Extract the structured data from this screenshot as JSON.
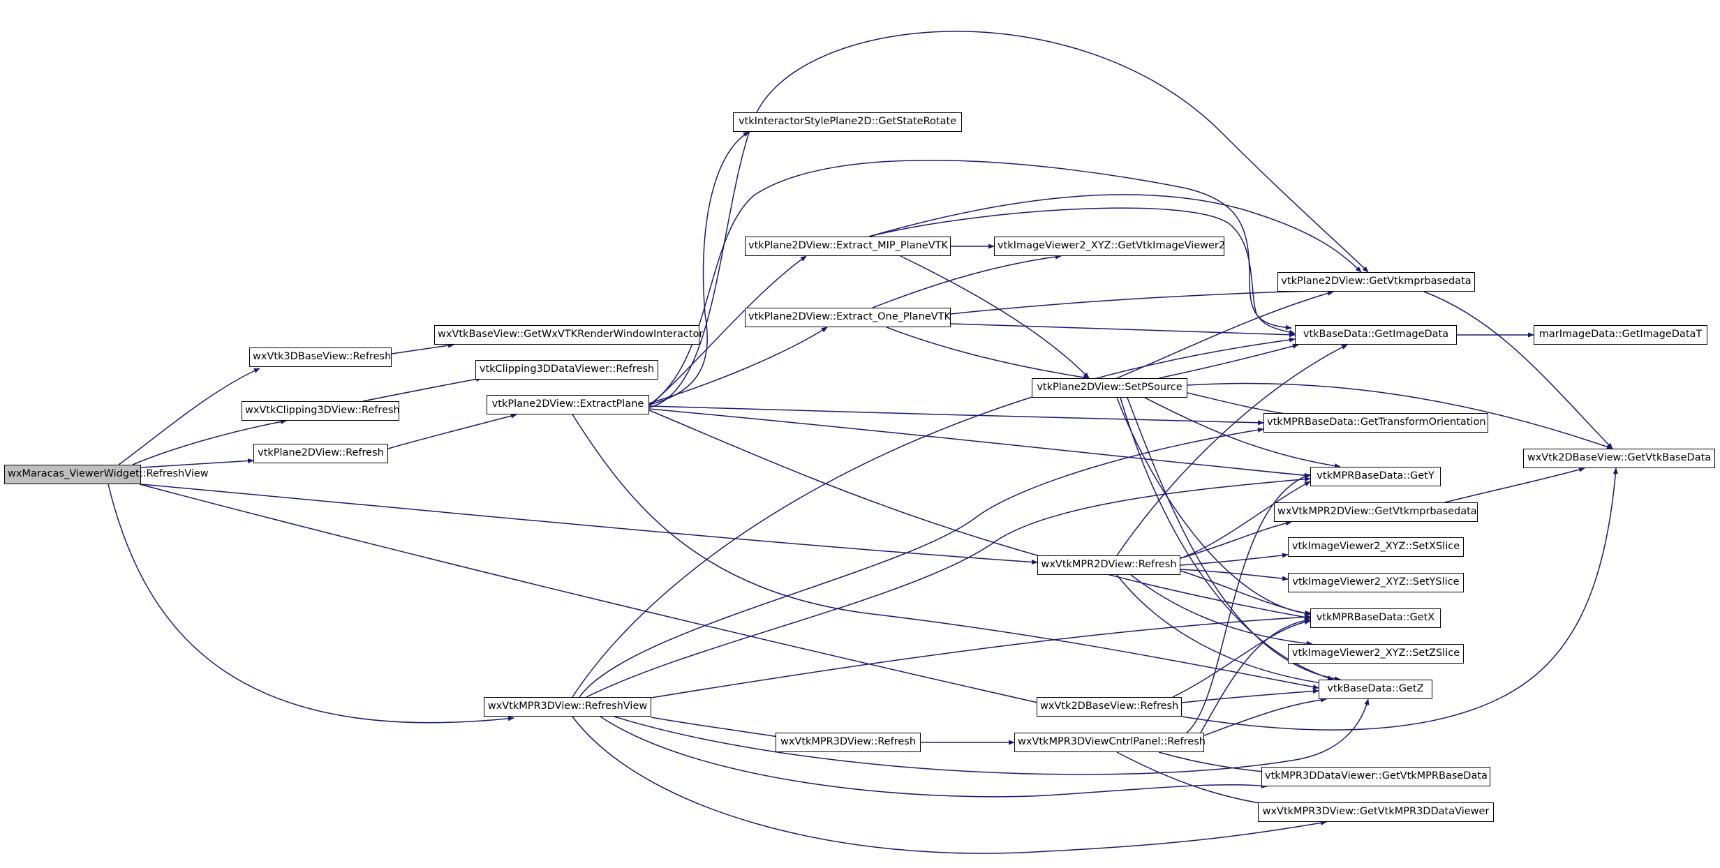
{
  "colors": {
    "edge": "#191970",
    "node_border": "#000000",
    "root_fill": "#bfbfbf",
    "node_fill": "#ffffff"
  },
  "nodes": {
    "root": "wxMaracas_ViewerWidget::RefreshView",
    "wxvtk3d_refresh": "wxVtk3DBaseView::Refresh",
    "wxvtkbase_getwxvtkrwi": "wxVtkBaseView::GetWxVTKRenderWindowInteractor",
    "vtkclipping3d_refresh": "vtkClipping3DDataViewer::Refresh",
    "wxvtkclipping3dview_refresh": "wxVtkClipping3DView::Refresh",
    "vtkplane2dview_refresh": "vtkPlane2DView::Refresh",
    "vtkplane2dview_extractplane": "vtkPlane2DView::ExtractPlane",
    "getstaterotate": "vtkInteractorStylePlane2D::GetStateRotate",
    "extract_mip": "vtkPlane2DView::Extract_MIP_PlaneVTK",
    "extract_one": "vtkPlane2DView::Extract_One_PlaneVTK",
    "getvtkimageviewer2": "vtkImageViewer2_XYZ::GetVtkImageViewer2",
    "getvtkmprbasedata_plane2d": "vtkPlane2DView::GetVtkmprbasedata",
    "vtkbasedata_getimagedata": "vtkBaseData::GetImageData",
    "marimagedata_getimagedatat": "marImageData::GetImageDataT",
    "setpsource": "vtkPlane2DView::SetPSource",
    "gettransformorientation": "vtkMPRBaseData::GetTransformOrientation",
    "wxvtk2dbaseview_getvtkbasedata": "wxVtk2DBaseView::GetVtkBaseData",
    "vtkmprbasedata_gety": "vtkMPRBaseData::GetY",
    "wxvtkmpr2dview_getvtkmprbasedata": "wxVtkMPR2DView::GetVtkmprbasedata",
    "wxvtkmpr2dview_refresh": "wxVtkMPR2DView::Refresh",
    "setxslice": "vtkImageViewer2_XYZ::SetXSlice",
    "setyslice": "vtkImageViewer2_XYZ::SetYSlice",
    "vtkmprbasedata_getx": "vtkMPRBaseData::GetX",
    "setzslice": "vtkImageViewer2_XYZ::SetZSlice",
    "wxvtkmpr3dview_refreshview": "wxVtkMPR3DView::RefreshView",
    "wxvtk2dbaseview_refresh": "wxVtk2DBaseView::Refresh",
    "vtkbasedata_getz": "vtkBaseData::GetZ",
    "wxvtkmpr3dview_refresh": "wxVtkMPR3DView::Refresh",
    "wxvtkmpr3dviewcntrlpanel_refresh": "wxVtkMPR3DViewCntrlPanel::Refresh",
    "vtkmpr3ddataviewer_getvtkmprbasedata": "vtkMPR3DDataViewer::GetVtkMPRBaseData",
    "wxvtkmpr3dview_getvtkmpr3ddataviewer": "wxVtkMPR3DView::GetVtkMPR3DDataViewer"
  }
}
